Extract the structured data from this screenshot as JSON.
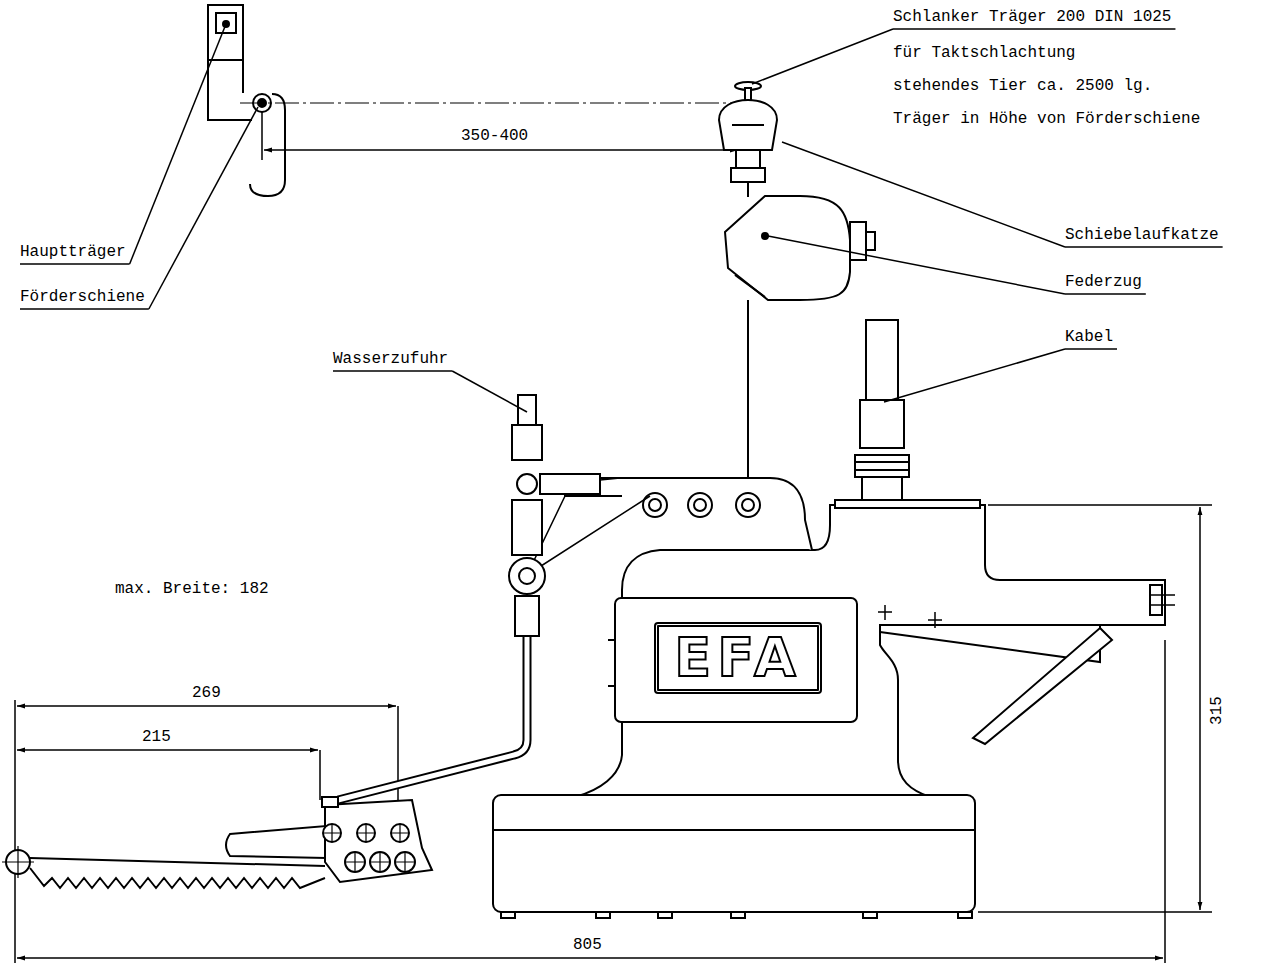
{
  "diagram": {
    "nodes": [
      {
        "text": [
          "EFA"
        ]
      }
    ],
    "labels": [
      "Schlanker Träger 200 DIN 1025",
      "für Taktschlachtung",
      "stehendes Tier ca. 2500 lg.",
      "Träger in Höhe von Förderschiene",
      "Schiebelaufkatze",
      "Federzug",
      "Kabel",
      "Wasserzufuhr",
      "Hauptträger",
      "Förderschiene",
      "350-400",
      "max. Breite: 182",
      "269",
      "215",
      "315",
      "805"
    ]
  }
}
